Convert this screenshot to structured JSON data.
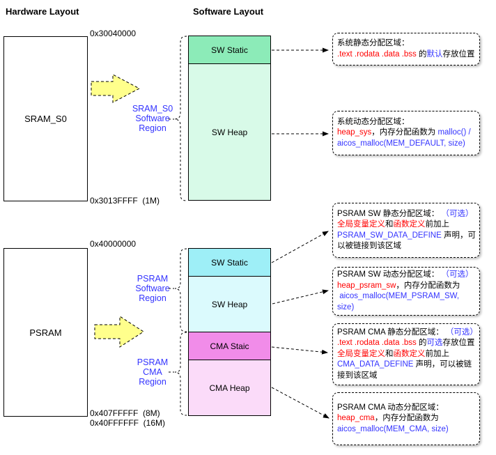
{
  "headers": {
    "hardware": "Hardware Layout",
    "software": "Software Layout"
  },
  "palette": {
    "text_black": "#000000",
    "text_red": "#FF0000",
    "text_blue": "#3333FF",
    "arrow_fill": "#FFFF8C",
    "sram_static": "#8CEBB8",
    "sram_heap": "#D8FAE8",
    "psram_static": "#9EEFF7",
    "psram_heap": "#DBFAFD",
    "cma_static": "#F18CE9",
    "cma_heap": "#FBDBF9"
  },
  "hardware": {
    "sram": {
      "label": "SRAM_S0",
      "addr_top": "0x30040000",
      "addr_bottom": "0x3013FFFF  (1M)"
    },
    "psram": {
      "label": "PSRAM",
      "addr_top": "0x40000000",
      "addr_bottom_1": "0x407FFFFF  (8M)",
      "addr_bottom_2": "0x40FFFFFF  (16M)"
    }
  },
  "region_labels": {
    "sram_sw": "SRAM_S0\nSoftware\nRegion",
    "psram_sw": "PSRAM\nSoftware\nRegion",
    "psram_cma": "PSRAM\nCMA\nRegion"
  },
  "software_segments": [
    {
      "label": "SW Static",
      "color": "#8CEBB8"
    },
    {
      "label": "SW Heap",
      "color": "#D8FAE8"
    },
    {
      "label": "SW Static",
      "color": "#9EEFF7"
    },
    {
      "label": "SW Heap",
      "color": "#DBFAFD"
    },
    {
      "label": "CMA Staic",
      "color": "#F18CE9"
    },
    {
      "label": "CMA Heap",
      "color": "#FBDBF9"
    }
  ],
  "annotations": [
    {
      "lines": [
        [
          {
            "t": "系统静态分配区域：",
            "c": "k"
          }
        ],
        [
          {
            "t": ".text .rodata .data .bss",
            "c": "r"
          },
          {
            "t": " 的",
            "c": "k"
          },
          {
            "t": "默认",
            "c": "b"
          },
          {
            "t": "存放位置",
            "c": "k"
          }
        ]
      ]
    },
    {
      "lines": [
        [
          {
            "t": "系统动态分配区域：",
            "c": "k"
          }
        ],
        [
          {
            "t": "heap_sys",
            "c": "r"
          },
          {
            "t": "，内存分配函数为 ",
            "c": "k"
          },
          {
            "t": "malloc() /",
            "c": "b"
          }
        ],
        [
          {
            "t": "aicos_malloc(MEM_DEFAULT, size)",
            "c": "b"
          }
        ]
      ]
    },
    {
      "lines": [
        [
          {
            "t": "PSRAM SW 静态分配区域： ",
            "c": "k"
          },
          {
            "t": "（可选）",
            "c": "b"
          }
        ],
        [
          {
            "t": "全局变量定义",
            "c": "r"
          },
          {
            "t": "和",
            "c": "k"
          },
          {
            "t": "函数定义",
            "c": "r"
          },
          {
            "t": "前加上",
            "c": "k"
          }
        ],
        [
          {
            "t": "PSRAM_SW_DATA_DEFINE",
            "c": "b"
          },
          {
            "t": " 声明，可",
            "c": "k"
          }
        ],
        [
          {
            "t": "以被链接到该区域",
            "c": "k"
          }
        ]
      ]
    },
    {
      "lines": [
        [
          {
            "t": "PSRAM SW 动态分配区域： ",
            "c": "k"
          },
          {
            "t": "（可选）",
            "c": "b"
          }
        ],
        [
          {
            "t": "heap_psram_sw",
            "c": "r"
          },
          {
            "t": "，内存分配函数为",
            "c": "k"
          }
        ],
        [
          {
            "t": " aicos_malloc(MEM_PSRAM_SW,",
            "c": "b"
          }
        ],
        [
          {
            "t": "size)",
            "c": "b"
          }
        ]
      ]
    },
    {
      "lines": [
        [
          {
            "t": "PSRAM CMA 静态分配区域： ",
            "c": "k"
          },
          {
            "t": "（可选）",
            "c": "b"
          }
        ],
        [
          {
            "t": ".text .rodata .data .bss",
            "c": "r"
          },
          {
            "t": " 的",
            "c": "k"
          },
          {
            "t": "可选",
            "c": "b"
          },
          {
            "t": "存放位置",
            "c": "k"
          }
        ],
        [
          {
            "t": "全局变量定义",
            "c": "r"
          },
          {
            "t": "和",
            "c": "k"
          },
          {
            "t": "函数定义",
            "c": "r"
          },
          {
            "t": "前加上",
            "c": "k"
          }
        ],
        [
          {
            "t": "CMA_DATA_DEFINE",
            "c": "b"
          },
          {
            "t": " 声明，可以被链",
            "c": "k"
          }
        ],
        [
          {
            "t": "接到该区域",
            "c": "k"
          }
        ]
      ]
    },
    {
      "lines": [
        [
          {
            "t": "PSRAM CMA 动态分配区域：",
            "c": "k"
          }
        ],
        [
          {
            "t": "heap_cma",
            "c": "r"
          },
          {
            "t": "，内存分配函数为",
            "c": "k"
          }
        ],
        [
          {
            "t": "aicos_malloc(MEM_CMA, size)",
            "c": "b"
          }
        ]
      ]
    }
  ]
}
